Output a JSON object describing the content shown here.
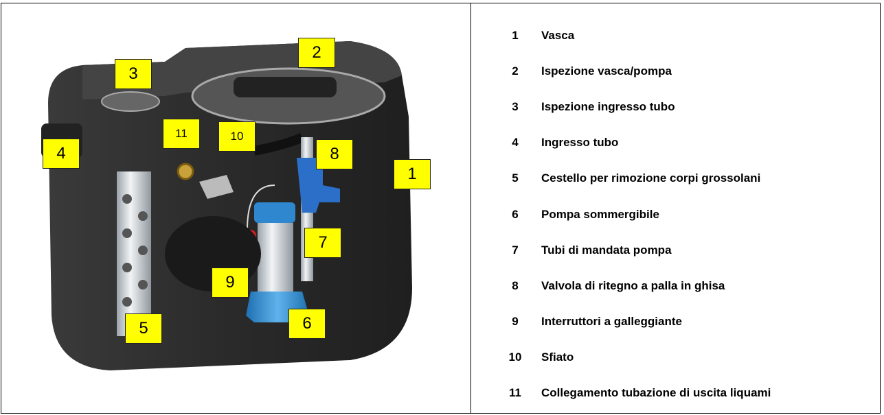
{
  "callouts": [
    {
      "id": "1",
      "label": "1"
    },
    {
      "id": "2",
      "label": "2"
    },
    {
      "id": "3",
      "label": "3"
    },
    {
      "id": "4",
      "label": "4"
    },
    {
      "id": "5",
      "label": "5"
    },
    {
      "id": "6",
      "label": "6"
    },
    {
      "id": "7",
      "label": "7"
    },
    {
      "id": "8",
      "label": "8"
    },
    {
      "id": "9",
      "label": "9"
    },
    {
      "id": "10",
      "label": "10"
    },
    {
      "id": "11",
      "label": "11"
    }
  ],
  "legend": [
    {
      "num": "1",
      "text": "Vasca"
    },
    {
      "num": "2",
      "text": "Ispezione vasca/pompa"
    },
    {
      "num": "3",
      "text": "Ispezione ingresso tubo"
    },
    {
      "num": "4",
      "text": "Ingresso tubo"
    },
    {
      "num": "5",
      "text": "Cestello per rimozione corpi grossolani"
    },
    {
      "num": "6",
      "text": "Pompa sommergibile"
    },
    {
      "num": "7",
      "text": "Tubi di mandata pompa"
    },
    {
      "num": "8",
      "text": "Valvola di ritegno a palla in ghisa"
    },
    {
      "num": "9",
      "text": "Interruttori a galleggiante"
    },
    {
      "num": "10",
      "text": "Sfiato"
    },
    {
      "num": "11",
      "text": "Collegamento tubazione di uscita liquami"
    }
  ],
  "colors": {
    "callout": "#ffff00",
    "tank": "#2f2f2f",
    "pump": "#3a8fd0",
    "float": "#d02020"
  }
}
